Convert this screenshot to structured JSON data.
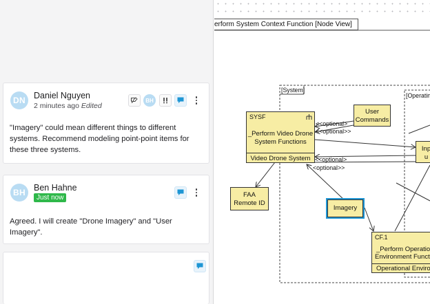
{
  "comments": [
    {
      "initials": "DN",
      "author": "Daniel Nguyen",
      "time": "2 minutes ago",
      "edited": "Edited",
      "reviewer_initials": "BH",
      "text": "\"Imagery\" could mean different things to different systems. Recommend modeling point-point items for these three systems."
    },
    {
      "initials": "BH",
      "author": "Ben Hahne",
      "badge": "Just now",
      "text": "Agreed. I will create \"Drone Imagery\" and \"User Imagery\"."
    }
  ],
  "diagram": {
    "title": "erform System Context Function [Node View]",
    "system_frame_label": "[System]",
    "operating_frame_label": "[Operatin",
    "sysf": {
      "stereotype": "SYSF",
      "name_line1": "_Perform Video Drone",
      "name_line2": "System Functions",
      "footer": "Video Drone System"
    },
    "user_commands": {
      "line1": "User",
      "line2": "Commands"
    },
    "inp_box": {
      "line1": "Inp",
      "line2": "u"
    },
    "faa": {
      "line1": "FAA",
      "line2": "Remote ID"
    },
    "imagery": "Imagery",
    "cf1": {
      "stereotype": "CF.1",
      "name_line1": "_Perform Operationa",
      "name_line2": "Environment Function",
      "footer": "Operational Environ"
    },
    "optional_labels": [
      "<<optional>",
      "<<optional>>",
      "<<optional>",
      "<optional>>"
    ]
  },
  "colors": {
    "accent_blue": "#1e96d4",
    "just_now_green": "#2fb84a",
    "box_yellow": "#f7eda4",
    "avatar_blue": "#b9dcf3"
  },
  "icons": [
    "edit-comment-icon",
    "priority-icon",
    "comment-icon",
    "kebab-menu-icon",
    "gear-icon"
  ]
}
